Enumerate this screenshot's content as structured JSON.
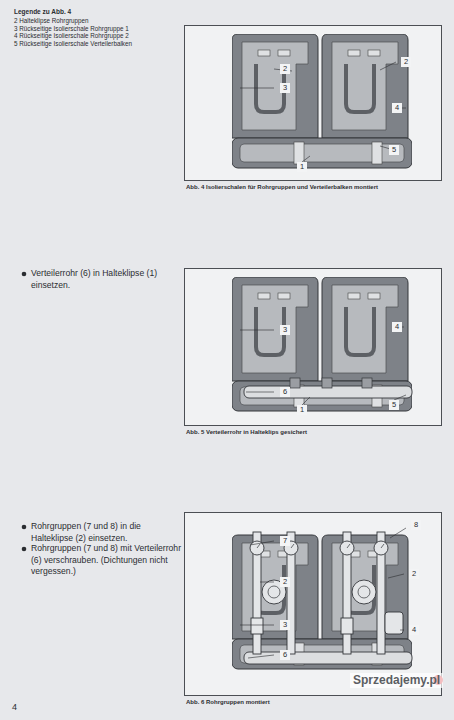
{
  "diagram": {
    "labels": [
      "Legende zu Abb. 4",
      "2",
      "2",
      "3",
      "4",
      "5",
      "1",
      "Abb. 4 Isolierschalen für Rohrgruppen und Verteilerbalken montiert",
      "Verteilerrohr (6) in Halteklipse (1) einsetzen.",
      "3",
      "4",
      "6",
      "1",
      "5",
      "Abb. 5 Verteilerrohr in Halteklips gesichert",
      "Rohrgruppen (7 und 8) in die Halteklipse (2) einsetzen.",
      "Rohrgruppen (7 und 8) mit Verteilerrohr (6) verschrauben. (Dichtungen nicht vergessen.)",
      "7",
      "8",
      "2",
      "2",
      "3",
      "4",
      "6",
      "Abb. 6 Rohrgruppen montiert",
      "4",
      "Sprzedajemy.pl"
    ],
    "legend": [
      {
        "text": "2 Halteklipse Rohrgruppen"
      },
      {
        "text": "3 Rückseitige Isolierschale Rohrgruppe 1"
      },
      {
        "text": "4 Rückseitige Isolierschale Rohrgruppe 2"
      },
      {
        "text": "5 Rückseitige Isolierschale Verteilerbalken"
      }
    ]
  }
}
